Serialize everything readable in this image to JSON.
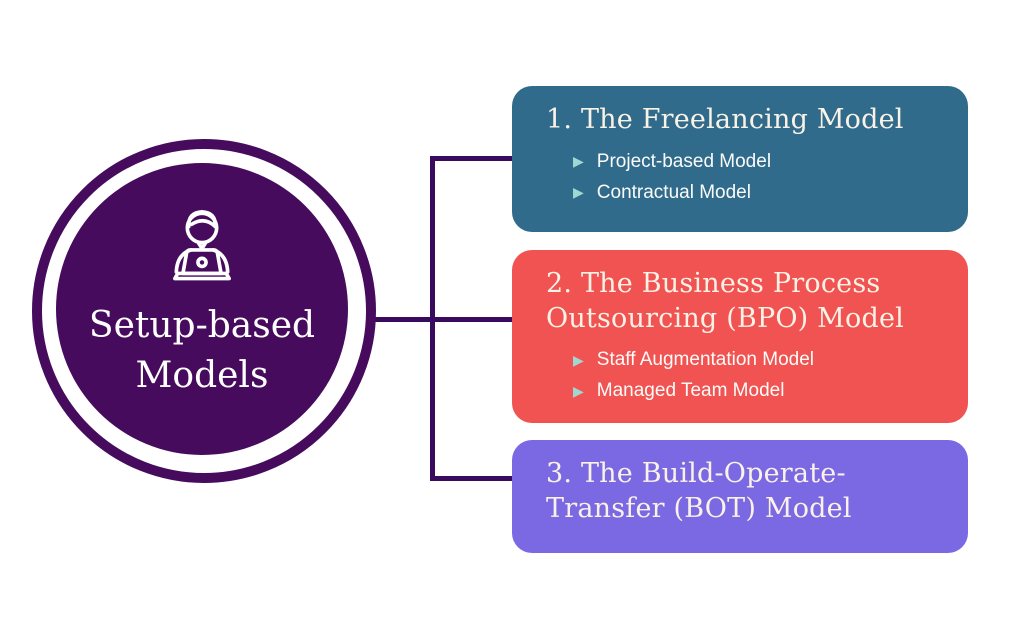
{
  "colors": {
    "page_bg": "#FFFFFF",
    "hub_purple": "#460B5C",
    "line_purple": "#3A0A5E",
    "card1_bg": "#306B8C",
    "card2_bg": "#F05351",
    "card3_bg": "#7B69E4",
    "title_cream": "#FAF2E6",
    "bullet_text": "#FBFBF9",
    "bullet_tri": "#9FD8D2"
  },
  "hub": {
    "icon": "person-at-laptop-icon",
    "label_lines": [
      "Setup-based",
      "Models"
    ]
  },
  "cards": [
    {
      "title": "1. The Freelancing Model",
      "bullets": [
        "Project-based Model",
        "Contractual Model"
      ]
    },
    {
      "title": "2. The Business Process Outsourcing (BPO) Model",
      "bullets": [
        "Staff Augmentation Model",
        "Managed Team Model"
      ]
    },
    {
      "title": "3. The Build-Operate-Transfer (BOT) Model",
      "bullets": []
    }
  ],
  "bullet_marker": "▶"
}
